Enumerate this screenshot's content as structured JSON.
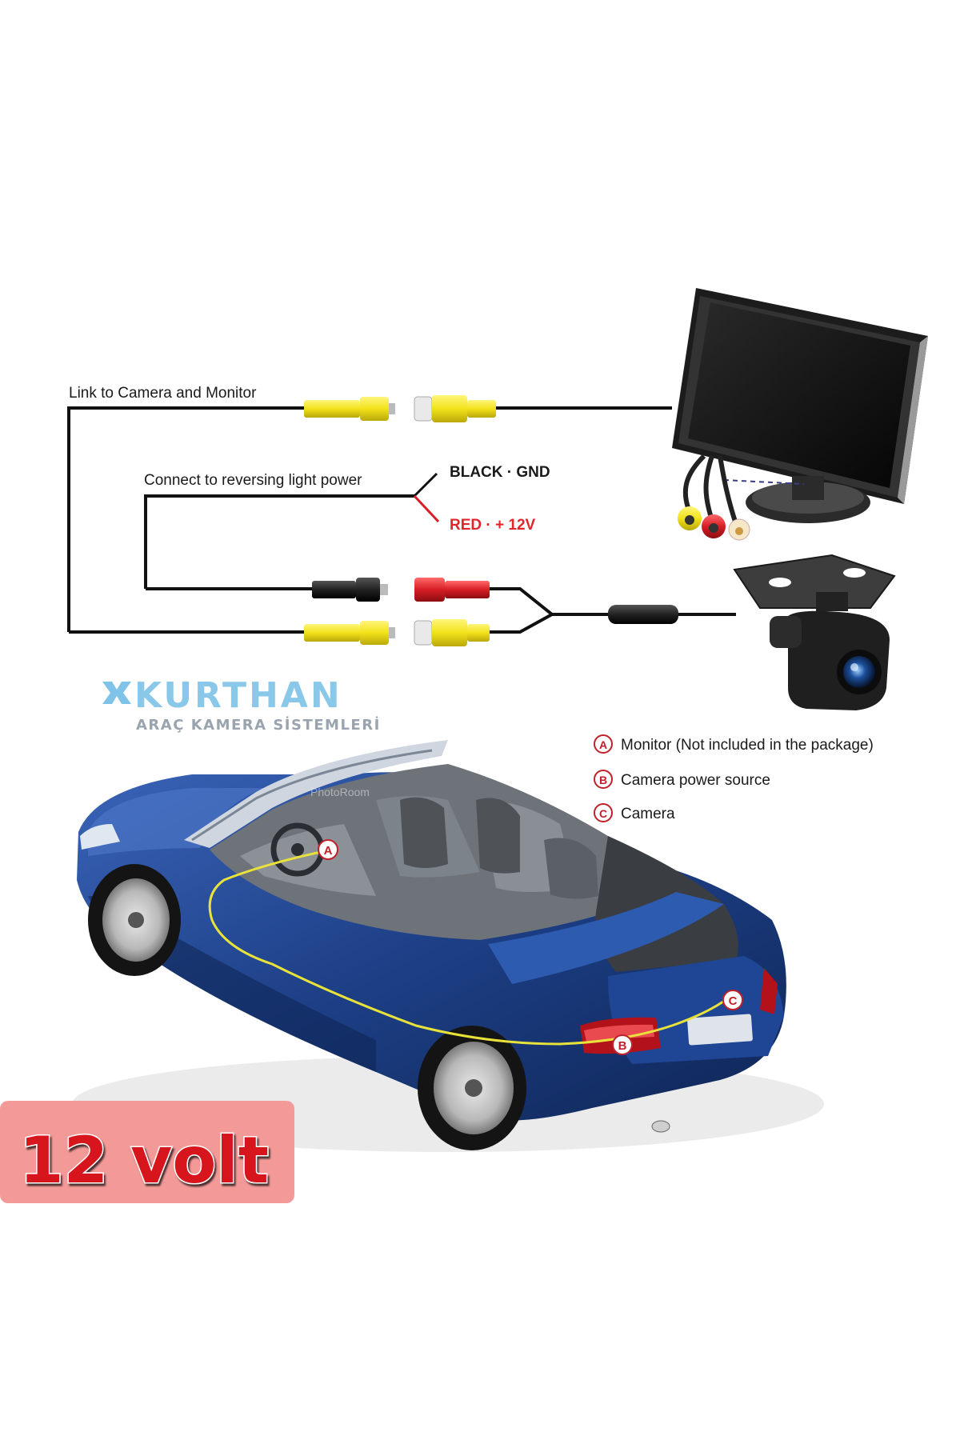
{
  "wiring": {
    "link_label": "Link to Camera and Monitor",
    "reverse_label": "Connect to reversing light power",
    "black_label": "BLACK · GND",
    "red_label": "RED · + 12V"
  },
  "brand": {
    "name": "KURTHAN",
    "tagline": "ARAÇ KAMERA SİSTEMLERİ",
    "watermark": "PhotoRoom"
  },
  "legend": [
    {
      "letter": "A",
      "text": "Monitor (Not included in the package)"
    },
    {
      "letter": "B",
      "text": "Camera power source"
    },
    {
      "letter": "C",
      "text": "Camera"
    }
  ],
  "car_markers": [
    "A",
    "B",
    "C"
  ],
  "badge": {
    "text": "12 volt"
  },
  "colors": {
    "wire": "#111111",
    "rca_yellow": "#f2e21a",
    "rca_red": "#d81e26",
    "red_label": "#e0262b",
    "car_blue": "#1d3f86",
    "route_line": "#e8e23a",
    "brand_blue": "#2a9bd8",
    "badge_bg": "#f39a98",
    "badge_text": "#d6121c"
  }
}
